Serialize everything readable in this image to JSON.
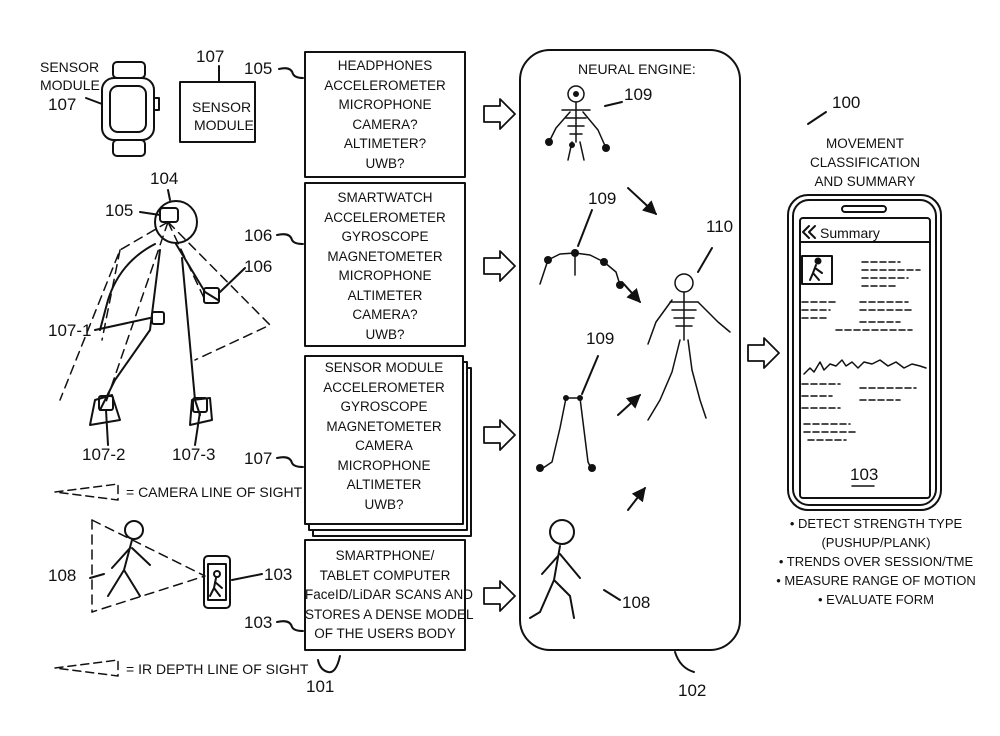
{
  "labels": {
    "sensor_module_watch_1": "SENSOR",
    "sensor_module_watch_2": "MODULE",
    "sensor_module_box_1": "SENSOR",
    "sensor_module_box_2": "MODULE",
    "camera_line_of_sight": "= CAMERA LINE OF SIGHT",
    "ir_depth_line_of_sight": "= IR DEPTH LINE OF SIGHT",
    "neural_engine": "NEURAL ENGINE:"
  },
  "refs": {
    "r100": "100",
    "r101": "101",
    "r102": "102",
    "r103": "103",
    "r104": "104",
    "r105": "105",
    "r106": "106",
    "r107": "107",
    "r107_1": "107-1",
    "r107_2": "107-2",
    "r107_3": "107-3",
    "r108": "108",
    "r109": "109",
    "r110": "110"
  },
  "boxes": {
    "headphones": [
      "HEADPHONES",
      "ACCELEROMETER",
      "MICROPHONE",
      "CAMERA?",
      "ALTIMETER?",
      "UWB?"
    ],
    "smartwatch": [
      "SMARTWATCH",
      "ACCELEROMETER",
      "GYROSCOPE",
      "MAGNETOMETER",
      "MICROPHONE",
      "ALTIMETER",
      "CAMERA?",
      "UWB?"
    ],
    "sensor_module": [
      "SENSOR MODULE",
      "ACCELEROMETER",
      "GYROSCOPE",
      "MAGNETOMETER",
      "CAMERA",
      "MICROPHONE",
      "ALTIMETER",
      "UWB?"
    ],
    "smartphone": [
      "SMARTPHONE/",
      "TABLET COMPUTER",
      "FaceID/LiDAR SCANS AND",
      "STORES A DENSE MODEL",
      "OF THE USERS BODY"
    ]
  },
  "phone": {
    "title": [
      "MOVEMENT",
      "CLASSIFICATION",
      "AND SUMMARY"
    ],
    "header": "Summary",
    "bullets": [
      "• DETECT STRENGTH TYPE",
      "(PUSHUP/PLANK)",
      "• TRENDS OVER SESSION/TME",
      "• MEASURE RANGE OF MOTION",
      "• EVALUATE FORM"
    ]
  }
}
